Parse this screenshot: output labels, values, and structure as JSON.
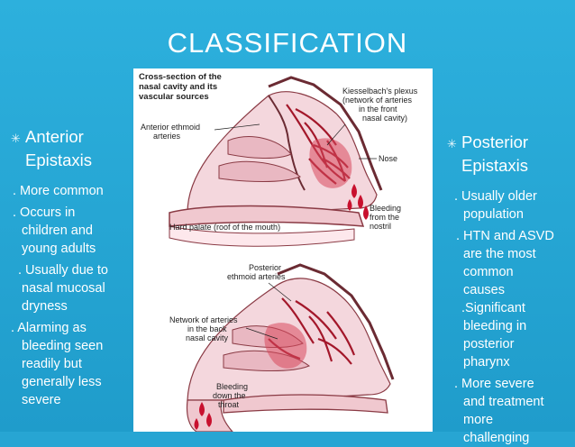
{
  "slide": {
    "title": "CLASSIFICATION",
    "background_color": "#27a5d3",
    "left": {
      "heading": [
        "Anterior",
        "Epistaxis"
      ],
      "bullet_icon": "asterisk-bullet-icon",
      "items": [
        ". More common",
        ". Occurs in",
        "children and",
        "young adults",
        ". Usually due to",
        "nasal mucosal",
        "dryness",
        ". Alarming   as",
        "bleeding  seen",
        "readily  but",
        "generally  less",
        "severe"
      ]
    },
    "right": {
      "heading": [
        "Posterior",
        "Epistaxis"
      ],
      "bullet_icon": "asterisk-bullet-icon",
      "items": [
        ". Usually older",
        "population",
        ". HTN and ASVD",
        "are the most",
        "common",
        "causes",
        ".Significant",
        "bleeding in",
        "posterior",
        "pharynx",
        ".  More  severe",
        "and treatment",
        "more",
        "challenging"
      ]
    },
    "figure": {
      "top_title": [
        "Cross-section of the",
        "nasal cavity and its",
        "vascular sources"
      ],
      "top_labels": {
        "anterior_ethmoid": [
          "Anterior ethmoid",
          "arteries"
        ],
        "kiesselbach": [
          "Kiesselbach's plexus",
          "(network of arteries",
          "in the front",
          "nasal cavity)"
        ],
        "nose": "Nose",
        "bleeding_nostril": [
          "Bleeding",
          "from the",
          "nostril"
        ],
        "hard_palate": "Hard palate (roof of the mouth)"
      },
      "bottom_labels": {
        "posterior_ethmoid": [
          "Posterior",
          "ethmoid arteries"
        ],
        "network_back": [
          "Network of arteries",
          "in the back",
          "nasal cavity"
        ],
        "bleeding_throat": [
          "Bleeding",
          "down the",
          "throat"
        ]
      }
    }
  }
}
